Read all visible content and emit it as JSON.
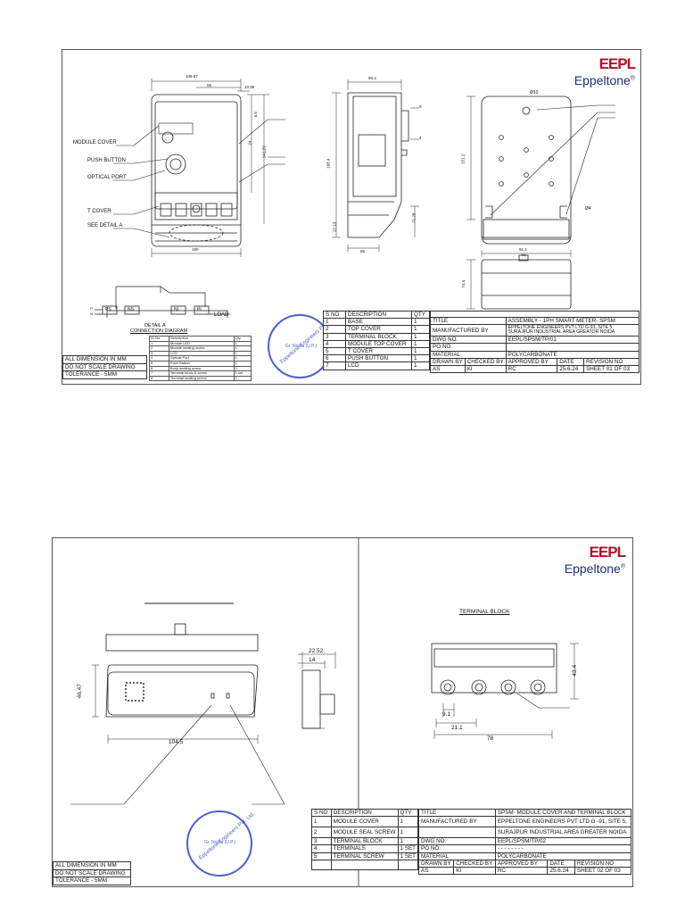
{
  "brand": {
    "logo_text": "EEPL",
    "name": "Eppeltone",
    "reg": "®"
  },
  "stamp": {
    "text": "Eppeltone Engineers Pvt. Ltd.",
    "center": "Gr. Noida (U.P.)"
  },
  "sheet1": {
    "dims": {
      "top_width": "109.87",
      "d55": "55",
      "d10": "10.95",
      "d5": "5.5",
      "d24": "24",
      "d141": "141.29",
      "bottom": "100",
      "side_top": "90.4",
      "side_height": "168.4",
      "d9": "9",
      "d4": "4",
      "d71": "71.28",
      "d27": "27.13",
      "side_bottom": "65",
      "hole": "Ø10",
      "back_height": "151.2",
      "d4b": "Ø4",
      "back_bottom": "91.1",
      "d74": "74.4",
      "bw": "91"
    },
    "labels": {
      "module_cover": "MODULE COVER",
      "push_button": "PUSH BUTTON",
      "optical_port": "OPTICAL PORT",
      "t_cover": "T COVER",
      "see_detail": "SEE DETAIL A",
      "detail_a": "DETAIL A",
      "connection_diagram": "CONNECTION DIAGRAM",
      "load": "LOAD",
      "ps": "PS",
      "ns": "NS",
      "nl": "NL",
      "pl": "PL",
      "n": "N",
      "p": "P"
    },
    "connection_table": {
      "headers": [
        "Sr No",
        "Description",
        "Qty"
      ],
      "rows": [
        [
          "1",
          "Module LED",
          "1"
        ],
        [
          "2",
          "Module sealing screw",
          "1"
        ],
        [
          "3",
          "LCD",
          "1"
        ],
        [
          "4",
          "Optical Port",
          "1"
        ],
        [
          "5",
          "Push Button",
          "1"
        ],
        [
          "6",
          "Body sealing screw",
          "2"
        ],
        [
          "7",
          "Terminal block & screw",
          "1 set"
        ],
        [
          "8",
          "Terminal sealing screw",
          "1"
        ]
      ]
    },
    "notes": [
      "ALL DIMENSION IN MM",
      "DO NOT SCALE DRAWING",
      "TOLERANCE - 5MM"
    ],
    "parts_headers": [
      "S NO",
      "DESCRIPTION",
      "QTY"
    ],
    "parts": [
      [
        "1",
        "BASE",
        "1"
      ],
      [
        "2",
        "TOP COVER",
        "1"
      ],
      [
        "3",
        "TERMINAL BLOCK",
        "1"
      ],
      [
        "4",
        "MODULE TOP COVER",
        "1"
      ],
      [
        "5",
        "T COVER",
        "1"
      ],
      [
        "6",
        "PUSH BUTTON",
        "1"
      ],
      [
        "7",
        "LCD",
        "1"
      ]
    ],
    "info": {
      "title_label": "TITLE",
      "title": "ASSEMBLY - 1PH SMART METER- SPSM",
      "mfg_label": "MANUFACTURED BY",
      "mfg": "EPPELTONE ENGINEERS PVT LTD G-91, SITE 5, SURAJPUR INDUSTRIAL AREA GREATOR NOIDA",
      "dwg_label": "DWG NO.",
      "dwg": "EEPL/SPSM/TP/01",
      "po_label": "PO NO.",
      "po": "",
      "material_label": "MATERIAL",
      "material": "POLYCARBONATE",
      "drawn_label": "DRAWN BY",
      "checked_label": "CHECKED BY",
      "approved_label": "APPROVED BY",
      "date_label": "DATE",
      "rev_label": "REVISION NO",
      "drawn": "AS",
      "checked": "KI",
      "approved": "RC",
      "date": "25.6.24",
      "sheet": "SHEET 01 OF 03"
    }
  },
  "sheet2": {
    "terminal_title": "TERMINAL BLOCK",
    "dims": {
      "d22": "22.52",
      "d14": "14",
      "d46": "46.47",
      "d104": "104.5",
      "d43": "43.4",
      "d9": "9.1",
      "d21": "21.1",
      "d78": "78"
    },
    "notes": [
      "ALL DIMENSION IN MM",
      "DO NOT SCALE DRAWING",
      "TOLERANCE - 5MM"
    ],
    "parts_headers": [
      "S NO",
      "DESCRIPTION",
      "QTY"
    ],
    "parts": [
      [
        "1",
        "MODULE COVER",
        "1"
      ],
      [
        "2",
        "MODULE SEAL SCREW",
        "1"
      ],
      [
        "3",
        "TERMINAL BLOCK",
        "1"
      ],
      [
        "4",
        "TERMINALS",
        "1 SET"
      ],
      [
        "5",
        "TERMINAL SCREW",
        "1 SET"
      ]
    ],
    "info": {
      "title_label": "TITLE",
      "title": "SPSM- MODULE COVER AND TERMINAL BLOCK",
      "mfg_label": "MANUFACTURED BY",
      "mfg": "EPPELTONE ENGINEERS PVT LTD G -91, SITE 5,",
      "mfg2": "SURAJPUR INDUSTRIAL AREA GREATER NOIDA",
      "dwg_label": "DWG NO.",
      "dwg": "EEPL/SPSM/TP/02",
      "po_label": "PO NO.",
      "po": "- - - - - - - -",
      "material_label": "MATERIAL",
      "material": "POLYCARBONATE",
      "drawn_label": "DRAWN BY",
      "checked_label": "CHECKED BY",
      "approved_label": "APPROVED BY",
      "date_label": "DATE",
      "rev_label": "REVISION NO",
      "drawn": "AS",
      "checked": "KI",
      "approved": "RC",
      "date": "25.6.24",
      "sheet": "SHEET 02 OF 03"
    }
  }
}
